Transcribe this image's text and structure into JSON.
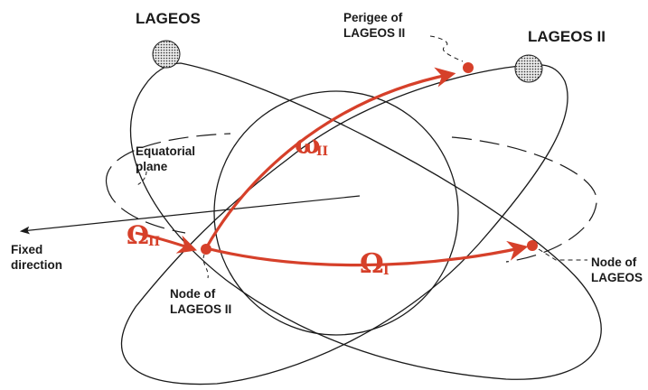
{
  "labels": {
    "lageos": "LAGEOS",
    "lageos2": "LAGEOS II",
    "perigee_line1": "Perigee of",
    "perigee_line2": "LAGEOS II",
    "equatorial_line1": "Equatorial",
    "equatorial_line2": "plane",
    "fixed_line1": "Fixed",
    "fixed_line2": "direction",
    "node2_line1": "Node of",
    "node2_line2": "LAGEOS II",
    "node1_line1": "Node of",
    "node1_line2": "LAGEOS"
  },
  "symbols": {
    "omega_small": "ω",
    "omega_small_sub": "II",
    "omega_cap_2": "Ω",
    "omega_cap_2_sub": "II",
    "omega_cap_1": "Ω",
    "omega_cap_1_sub": "I"
  },
  "colors": {
    "accent": "#d6402a",
    "line": "#1a1a1a"
  }
}
